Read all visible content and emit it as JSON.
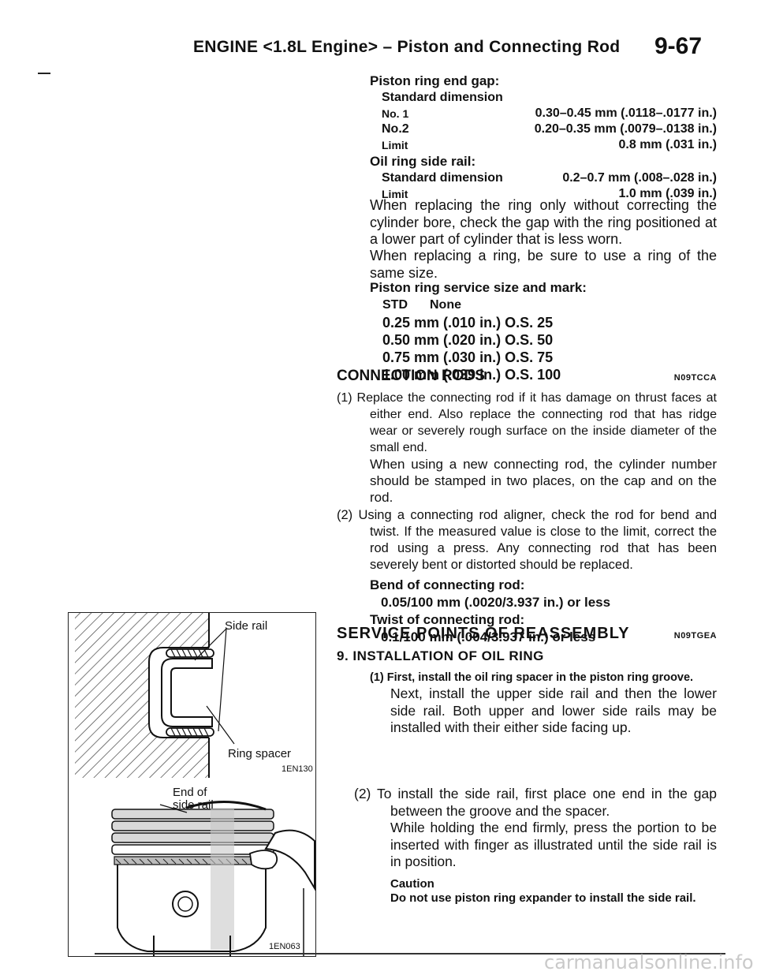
{
  "header": {
    "title": "ENGINE <1.8L Engine> – Piston and Connecting Rod",
    "page_number": "9-67"
  },
  "ring_gap": {
    "heading": "Piston ring end gap:",
    "std_label": "Standard dimension",
    "no1_label": "No. 1",
    "no1_value": "0.30–0.45 mm (.0118–.0177 in.)",
    "no2_label": "No.2",
    "no2_value": "0.20–0.35 mm (.0079–.0138 in.)",
    "limit_label": "Limit",
    "limit_value": "0.8 mm (.031 in.)",
    "oil_heading": "Oil ring side rail:",
    "oil_std_label": "Standard dimension",
    "oil_std_value": "0.2–0.7 mm (.008–.028 in.)",
    "oil_limit_label": "Limit",
    "oil_limit_value": "1.0 mm (.039 in.)"
  },
  "para_replace_ring": "When replacing the ring only without correcting the cylinder bore, check the gap with the ring positioned at a lower part of cylinder that is less worn.",
  "para_replace_size": "When replacing a ring, be sure to use a ring of the same size.",
  "service_size": {
    "heading": "Piston ring service size and mark:",
    "rows": [
      {
        "size": "STD",
        "mark": "None"
      },
      {
        "size": "0.25 mm (.010 in.)",
        "mark": "O.S. 25"
      },
      {
        "size": "0.50 mm (.020 in.)",
        "mark": "O.S. 50"
      },
      {
        "size": "0.75 mm (.030 in.)",
        "mark": "O.S. 75"
      },
      {
        "size": "1.00 mm (.039 in.)",
        "mark": "O.S. 100"
      }
    ]
  },
  "connection_rods": {
    "heading": "CONNECTION RODS",
    "code": "N09TCCA",
    "item1": "(1) Replace the connecting rod if it has damage on thrust faces at either end. Also replace the connecting rod that has ridge wear or severely rough surface on the inside diameter of the small end.",
    "item1b": "When using a new connecting rod, the cylinder number should be stamped in two places, on the cap and on the rod.",
    "item2": "(2) Using a connecting rod aligner, check the rod for bend and twist. If the measured value is close to the limit, correct the rod using a press. Any connecting rod that has been severely bent or distorted should be replaced.",
    "bend_label": "Bend of connecting rod:",
    "bend_value": "0.05/100 mm (.0020/3.937 in.) or less",
    "twist_label": "Twist of connecting rod:",
    "twist_value": "0.1/100 mm (.004/3.937 in.) or less"
  },
  "reassembly": {
    "heading": "SERVICE POINTS OF REASSEMBLY",
    "code": "N09TGEA",
    "step9": "9. INSTALLATION OF OIL RING",
    "s1a": "(1) First, install the oil ring spacer in the piston ring groove.",
    "s1b": "Next, install the upper side rail and then the lower side rail. Both upper and lower side rails may be installed with their either side facing up.",
    "s2": "(2) To install the side rail, first place one end in the gap between the groove and the spacer.",
    "s2b": "While holding the end firmly, press the portion to be inserted with finger as illustrated until the side rail is in position.",
    "caution_label": "Caution",
    "caution_text": "Do not use piston ring expander to install the side rail."
  },
  "figure1": {
    "label_side_rail": "Side rail",
    "label_ring_spacer": "Ring spacer",
    "code": "1EN130"
  },
  "figure2": {
    "label_end": "End of",
    "label_side_rail": "side rail",
    "code": "1EN063"
  },
  "watermark": "carmanualsonline.info"
}
